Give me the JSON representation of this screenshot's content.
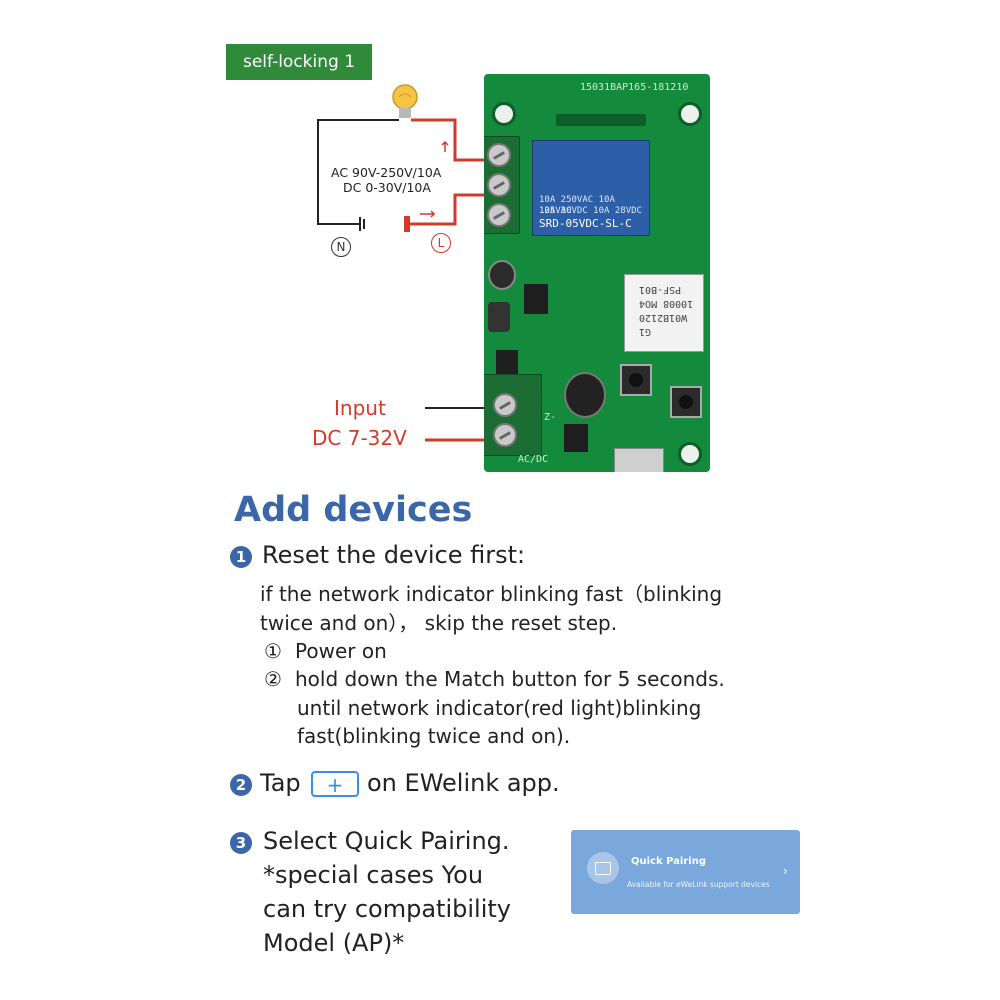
{
  "badge": {
    "label": "self-locking 1"
  },
  "wiring": {
    "spec_ac": "AC 90V-250V/10A",
    "spec_dc": "DC 0-30V/10A",
    "neutral_symbol": "N",
    "live_symbol": "L",
    "input_label": "Input",
    "input_voltage": "DC 7-32V"
  },
  "pcb": {
    "silkscreen_top": "15031BAP165-181210",
    "relay_line1": "10A 250VAC  10A 125VAC",
    "relay_line2": "10A  30VDC  10A  28VDC",
    "relay_model": "SRD-05VDC-SL-C",
    "module_lines": [
      "PSF-B01",
      "10008 MO4",
      "W01B2120",
      "G1"
    ],
    "bottom_mark": "AC/DC",
    "side_mark": "Z-"
  },
  "instructions": {
    "heading": "Add devices",
    "step1": {
      "num": "1",
      "title": "Reset the device first:",
      "line1": "if the network indicator blinking fast（blinking",
      "line2": "twice and on）， skip the reset step.",
      "sub1_marker": "①",
      "sub1": "Power on",
      "sub2_marker": "②",
      "sub2": "hold down the Match button for 5 seconds.",
      "sub2_line2": "until  network indicator(red light)blinking",
      "sub2_line3": "fast(blinking twice and on)."
    },
    "step2": {
      "num": "2",
      "tap": "Tap",
      "plus": "+",
      "rest": "on EWelink app."
    },
    "step3": {
      "num": "3",
      "lines": [
        "Select Quick Pairing.",
        "*special cases You",
        "can try compatibility",
        "Model (AP)*"
      ]
    }
  },
  "quick_pairing_card": {
    "title": "Quick Pairing",
    "subtitle": "Available for eWeLink support devices",
    "chevron": "›"
  },
  "colors": {
    "brand_blue": "#3b67a8",
    "badge_green": "#2f8a3a",
    "wire_red": "#d23a2a",
    "pcb_green": "#138a3c"
  }
}
